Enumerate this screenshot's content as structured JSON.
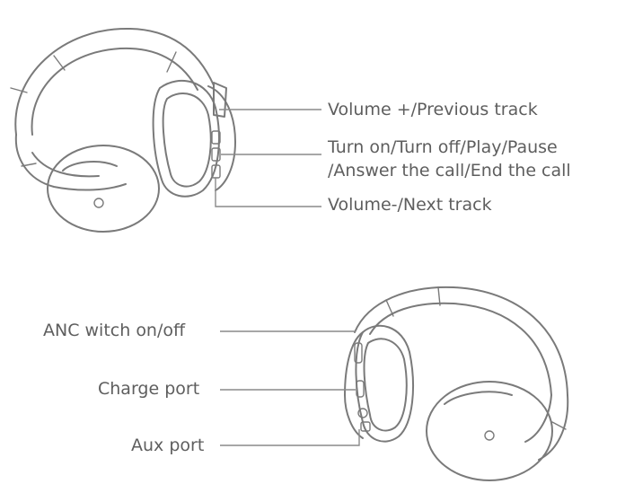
{
  "labels": {
    "volume_plus": "Volume +/Previous track",
    "power_line1": "Turn on/Turn off/Play/Pause",
    "power_line2": "/Answer the call/End the call",
    "volume_minus": "Volume-/Next track",
    "anc": "ANC witch on/off",
    "charge": "Charge port",
    "aux": "Aux port"
  },
  "colors": {
    "line_art": "#7a7a7a",
    "text": "#5e5e5e",
    "background": "#ffffff"
  }
}
